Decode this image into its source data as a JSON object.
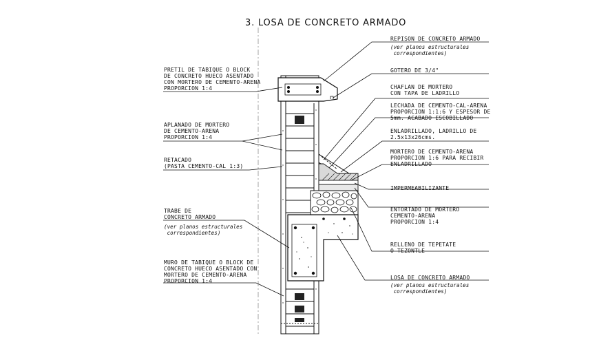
{
  "title": "3. LOSA DE CONCRETO ARMADO",
  "left_labels": {
    "pretil": "PRETIL DE TABIQUE O BLOCK\nDE CONCRETO HUECO ASENTADO\nCON MORTERO DE CEMENTO-ARENA\nPROPORCION 1:4",
    "aplanado": "APLANADO DE MORTERO\nDE CEMENTO-ARENA\nPROPORCION 1:4",
    "retacado": "RETACADO\n(PASTA CEMENTO-CAL 1:3)",
    "trabe": "TRABE DE\nCONCRETO ARMADO",
    "trabe_note": "(ver planos estructurales\n correspondientes)",
    "muro": "MURO DE TABIQUE O BLOCK DE\nCONCRETO HUECO ASENTADO CON\nMORTERO DE CEMENTO-ARENA\nPROPORCION 1:4"
  },
  "right_labels": {
    "repison": "REPISON DE CONCRETO ARMADO",
    "repison_note": "(ver planos estructurales\n correspondientes)",
    "gotero": "GOTERO DE 3/4\"",
    "chaflan": "CHAFLAN DE MORTERO\nCON TAPA DE LADRILLO",
    "lechada": "LECHADA DE CEMENTO-CAL-ARENA\nPROPORCION 1:1:6 Y ESPESOR DE\n5mm. ACABADO ESCOBILLADO",
    "enladrillado": "ENLADRILLADO, LADRILLO DE\n2.5x13x26cms.",
    "mortero": "MORTERO DE CEMENTO-ARENA\nPROPORCION 1:6 PARA RECIBIR\nENLADRILLADO",
    "impermeabilizante": "IMPERMEABILIZANTE",
    "entortado": "ENTORTADO DE MORTERO\nCEMENTO-ARENA\nPROPORCION 1:4",
    "relleno": "RELLENO DE TEPETATE\nO TEZONTLE",
    "losa": "LOSA DE CONCRETO ARMADO",
    "losa_note": "(ver planos estructurales\n correspondientes)"
  }
}
